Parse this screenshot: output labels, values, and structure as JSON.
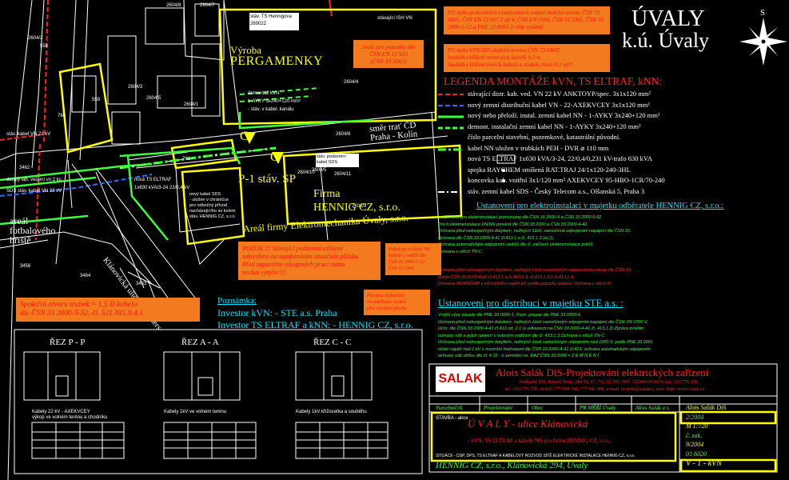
{
  "header": {
    "title_line1": "ÚVALY",
    "title_line2": "k.ú. Úvaly",
    "compass_letter": "S"
  },
  "notes_top_right": {
    "note1": "Při styku podzemních i nadzemních vedení dodržet normu ČSN 73 6005, ČSN EN 12 007-1 až 4, ČSN EN 1594, ČSN 33 3301, ČSN 33 2000-5-52 a PNE 33 0000-1 vždy vydání!",
    "note2_line1": "Při styku kVN/SDS dodržet normu ČSN 73 6005!",
    "note2_line2": "Souběh s křížení místových kabelů 0,3 m.",
    "note2_line3": "Souběh s křížení řeních kabelů a trubek, řízen 0,3 m!!!"
  },
  "legend": {
    "title": "LEGENDA MONTÁŽE kVN, TS ELTRAF, kNN:",
    "items": [
      {
        "label": "stávající distr. kab. ved. VN 22 kV ANKTOYP/spec. 3x1x120 mm²",
        "color": "#ff2020",
        "style": "dashed"
      },
      {
        "label": "nový zemní distribuční kabel VN - 22-AXEKVCEY 3x1x120 mm²",
        "color": "#2f6bff",
        "style": "dashed"
      },
      {
        "label": "nový nebo přeloží. instal. zemní kabel NN - 1-AYKY 3x240+120 mm²",
        "color": "#3cff3c",
        "style": "solid"
      },
      {
        "label": "demont. instalační zemní kabel NN - 1-AYKY 3x240+120 mm²",
        "color": "#3cff3c",
        "style": "dashed"
      },
      {
        "label": "číslo parcelní stavební, pozemkové, katastrální původní.",
        "color": "#ffffff",
        "style": "none"
      },
      {
        "label": "kabel NN uložen v trubkách PEH - DVR ⌀ 110 mm",
        "color": "#3cff3c",
        "style": "dashdot"
      },
      {
        "label": "nová TS ELTRAF 1x630 kVA/3-24, 22/0,4/0,231 kV-trafo 630 kVA",
        "color": "#ffffff",
        "style": "box"
      },
      {
        "label": "spojka RAYCHEM smíšená RAT.TRAJ 24/1x120-240-3HL",
        "color": "#ffffff",
        "style": "dot"
      },
      {
        "label": "koncovka kab. vnitřní 3x1/120 mm² AXEKVCEY 95-HBO-1CR/70-240",
        "color": "#ffffff",
        "style": "dot"
      },
      {
        "label": "stáv. zemní kabel SDS - Český Telecom a.s., Olšanská 5, Praha 3",
        "color": "#ffffff",
        "style": "dashdot"
      }
    ]
  },
  "sections": {
    "elektro_title": "Ustanovení pro elektroinstalaci v majetku odběratele HENNIG CZ, s.r.o.:",
    "elektro_lines": [
      "vnější vývy pro elektroinstalaci provozovny dle ČSN 33 2000-5 a ČSN 33 2000-5-52.",
      "Pro tí elektroinstalace VN/NN provést dle ČSN 33 2000 a ČSN 33 2000-4-41.",
      "Ochrana před nebezpečným dotykem, neživých částí, samočinné odpojování napájení dle ČSN 33.",
      "Ochrana dle ČSN 33 2000-4-41 čl.413.1 a čl. 413.1.3 (el.2),",
      "Ochrana automatickým odpojením vodičů dle čl. zařízení elektroinstalace jističů.",
      "Ochrana v sítích TN-C."
    ],
    "elektro_lines2": [
      "Ochrana před nebezpečným dotykem, neživých částí samočinným odpojováním zdroje dle ČSN 33.",
      "vývyb ČSN 33 2000-4-41 čl.413.1 a čl.413.1.3, čl.413.1.3.2 čl.413.1.4.",
      "Ochrana ZEMNĚNÍM v síti nízkého napětí při vzniku poruchy izolace. Ochrana v sítích IT."
    ],
    "distrib_title": "Ustanovení pro distribuci v majetku STE a.s. :",
    "distrib_lines": [
      "Vnější vývy zásady dle PNE 33 0000-1, Pozn. provoz dle PNE 33 0000-6.",
      "Ochrana před nebezpečným dotykem, neživých částí samočinným odpojením napájení dle ČSN VN 1000 V,",
      "Ochr. dle ČSN 33 2000-4-41 čl.413 od. 2.1 (v odkazech na ČSN 33 2000-4-41 čl. 413.1.2) Zpráva zvláštní",
      "ochrany sítě a jejich spojení s nulovým vodičem dle čl. 413.1.3 Ochrana v sítích TN-C.",
      "Ochrana před nebezpečným dotykem, neživých částí samočinným odpojením nad 1000 V, podle PNE 33 0001",
      "nízké napětí nad 1 kV s mezními hodnotami dle ČSN 33 2000-4-41 čl.413, ochrana automatickým odpojením",
      "ochrany sítě ohřev. dle čl. 4 12 - o zemnění vn. EAZ ČSN 33 2000 = Z E M N Ě N Í"
    ]
  },
  "company": {
    "logo_text": "SALAK",
    "name": "Alois Salák DiS-Projektování elektrických zařízení",
    "address": "Nádražní 858, Kostel. Hora, 284 01, IČ: 712 56 555, DIČ: CZ8001053834, fax: 321 776 356",
    "phone": "tel.: 321 776 356, mobil: 777 898 588, 777 941 898, e-mail: projekt@salakcz, web: http://www.salak.cz"
  },
  "title_block": {
    "project_title": "Ú V A L Y - ulice Klánovická",
    "subtitle": "- kVN, TS ELTRAF a kabely NN pro firmu HENNIG CZ, s.r.o.",
    "drawing_desc": "SITUACE - DSP, DPS, TS ELTRAF A KABELOVÝ ROZVOD SÍTĚ ELEKTRICKÉ INSTALACE HENNIG CZ, s.r.o.",
    "investor_line": "HENNIG CZ, s.r.o., Klánovická 294, Úvaly",
    "col_headers": [
      "Stavebníček",
      "Projektování",
      "Obec",
      "PR MĚŘÍ Úvaly",
      "Alois Salák a s."
    ],
    "right_labels": [
      "Alois Salák DiS",
      "2/2004",
      "M 1:720",
      "č. zak.",
      "9/2004",
      "01 6020",
      "V - 1 - kVN"
    ],
    "scale": "M 1:720",
    "date": "9/2004",
    "drawing_no": "V - 1 - kVN"
  },
  "map_labels": {
    "vyroba": "Výroba",
    "pergamenky": "PERGAMENKY",
    "firma_line1": "Firma",
    "firma_line2": "HENNIG CZ, s.r.o.",
    "p1": "P-1 stáv. SP",
    "areal_elektro": "Areál firmy Elektromechanika Úvaly, s.r.o.",
    "areal_fotbal_1": "areál",
    "areal_fotbal_2": "fotbalového",
    "areal_fotbal_3": "hřiště",
    "rail_1": "směr trať ČD",
    "rail_2": "Praha - Kolín",
    "klanovicka": "Klánovická ulice - Czerners",
    "c_left": "C",
    "c_right": "C",
    "parcel_numbers": [
      "2604/8",
      "2604/7",
      "2604/2",
      "2604/5",
      "2604/1",
      "2604/3",
      "2604/4",
      "2604/6",
      "2604/9",
      "2604/10",
      "2604/11",
      "3462",
      "3456",
      "3463",
      "3464",
      "760",
      "761",
      "559",
      "556",
      "2604/5"
    ],
    "ts_box_1": "stáv. TS Hennigova",
    "ts_box_2": "269022",
    "ts_note": "stávající ISH VN",
    "demont_label": "demontáž kVN",
    "demont_cable": "1-AYKY 3x240+120 mm²",
    "demont_note": "- stáv. v kabel. kanálu",
    "new_ts_label": "nová TS ELTRAF",
    "new_ts_detail": "1x630 kVA/3-24 22/0,4 kV",
    "stav_pod": "stáv. podzemní",
    "kabel_sds": "kabel SDS",
    "kabel_sds_box": "nový kabel SDS",
    "stav_sds_desc": "- uložen v chráničce pro odbočný přívod nacházejícího se kolem stáv. HENNIG CZ, s.r.o.",
    "stav_kvn": "stáv. kabel VN 22 kV",
    "orange_note_left_1": "Sodit pro pozemky dle",
    "orange_note_left_2": "ČSN EN 12 920",
    "orange_note_left_3": "(ČSN 33 3062)",
    "pozor_1": "POZOR !!! Stávající podzemní zařízení",
    "pozor_2": "zakresleno na zaměstnáním situačním plánku.",
    "pozor_3": "Před zapocetím výkopových prací nutno",
    "pozor_4": "nechat vytyčit !!!",
    "pohyb_1": "Pohyb po zvláštní NN",
    "pohyb_2": "kabelů a vodičů dle",
    "pohyb_3": "ČSN 33 2000-5-52",
    "pohyb_4": "ČSN 33 1462",
    "pisemne_1": "Písemná dodatečná",
    "pisemne_2": "chráničkami: vedení",
    "pisemne_3": "přes stávající plochy",
    "spoleni_1": "Společní otvoru trubek = 1,5 D kabelu",
    "spoleni_2": "dle ČSN 33 2000-5-52, čl. 521.NI1.9.4.1",
    "poznamka_title": "Poznámka:",
    "poznamka_1": "Investor kVN: - STE a.s. Praha",
    "poznamka_2": "Investor TS ELTRAF a kNN: - HENNIG CZ, s.r.o.",
    "dvojity": "dvojitý lab. vedení vn 2 ks",
    "kvn_label": "stáv. kabel VN 22 kV",
    "sds_label": "SDS stáv. kabel VN 22 kV"
  },
  "cuts": [
    {
      "title": "ŘEZ  P - P",
      "caption1": "Kabely 22 kV - AXEKVCEY",
      "caption2": "výkop ve volném terénu a chodníku"
    },
    {
      "title": "ŘEZ  A - A",
      "caption1": "Kabely 1kV ve volném terénu",
      "caption2": ""
    },
    {
      "title": "ŘEZ  C - C",
      "caption1": "Kabely 1kV křižovatka a souběhu",
      "caption2": ""
    }
  ]
}
